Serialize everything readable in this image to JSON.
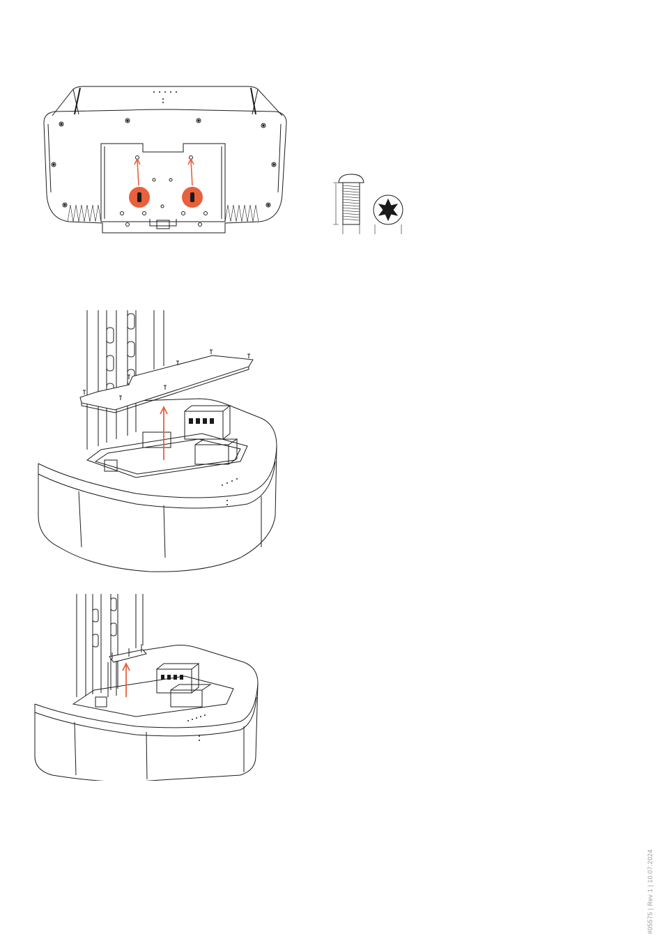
{
  "document": {
    "reference": "#05575 | Rev 1 | 10.07.2024"
  },
  "colors": {
    "accent": "#E8603C",
    "line": "#1a1a1a",
    "reference_text": "#9a9a9a"
  },
  "figures": [
    {
      "id": "inverter-back-view",
      "icons": [
        "screw-icon",
        "screw-icon",
        "arrow-up-icon",
        "arrow-up-icon"
      ]
    },
    {
      "id": "screw-detail",
      "icons": [
        "screw-side-icon",
        "torx-head-icon"
      ]
    },
    {
      "id": "cover-plate-removal",
      "icons": [
        "arrow-up-icon"
      ]
    },
    {
      "id": "bracket-removal",
      "icons": [
        "arrow-up-icon"
      ]
    }
  ]
}
